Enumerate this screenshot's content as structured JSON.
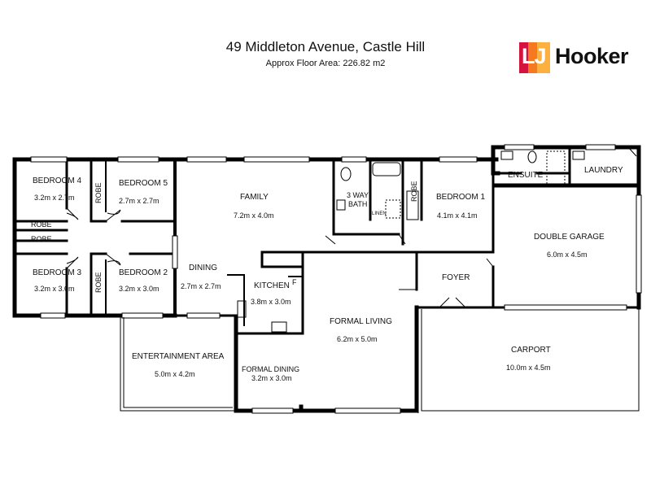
{
  "header": {
    "title": "49 Middleton Avenue, Castle Hill",
    "subtitle": "Approx Floor Area: 226.82 m2"
  },
  "logo": {
    "mark": "LJ",
    "word": "Hooker",
    "colors": [
      "#d4143c",
      "#f47920",
      "#fbb040"
    ]
  },
  "rooms": {
    "bedroom4": {
      "name": "BEDROOM 4",
      "size": "3.2m x 2.7m"
    },
    "bedroom5": {
      "name": "BEDROOM 5",
      "size": "2.7m x 2.7m"
    },
    "bedroom3": {
      "name": "BEDROOM 3",
      "size": "3.2m x 3.0m"
    },
    "bedroom2": {
      "name": "BEDROOM 2",
      "size": "3.2m x 3.0m"
    },
    "bedroom1": {
      "name": "BEDROOM 1",
      "size": "4.1m x 4.1m"
    },
    "family": {
      "name": "FAMILY",
      "size": "7.2m x 4.0m"
    },
    "dining": {
      "name": "DINING",
      "size": "2.7m x 2.7m"
    },
    "kitchen": {
      "name": "KITCHEN",
      "size": "3.8m x 3.0m",
      "fridge": "F"
    },
    "formal_living": {
      "name": "FORMAL LIVING",
      "size": "6.2m x 5.0m"
    },
    "formal_dining": {
      "name": "FORMAL DINING",
      "size": "3.2m x 3.0m"
    },
    "entertainment": {
      "name": "ENTERTAINMENT AREA",
      "size": "5.0m x 4.2m"
    },
    "bath": {
      "name_line1": "3 WAY",
      "name_line2": "BATH",
      "linen": "LINEN"
    },
    "ensuite": {
      "name": "ENSUITE"
    },
    "laundry": {
      "name": "LAUNDRY"
    },
    "garage": {
      "name": "DOUBLE GARAGE",
      "size": "6.0m x 4.5m"
    },
    "foyer": {
      "name": "FOYER"
    },
    "carport": {
      "name": "CARPORT",
      "size": "10.0m x 4.5m"
    },
    "robe": "ROBE"
  }
}
